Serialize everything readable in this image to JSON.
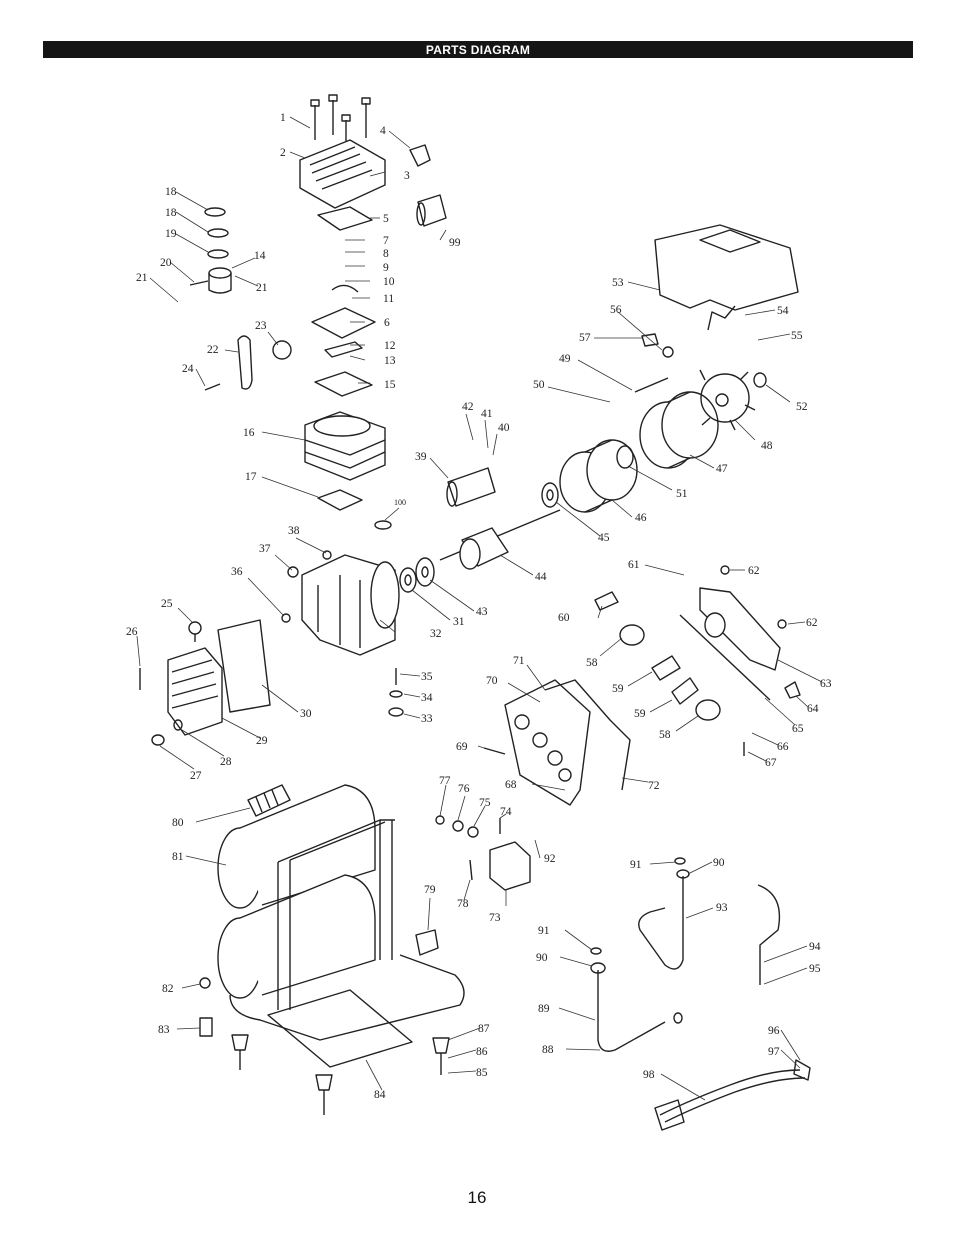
{
  "header": {
    "title": "PARTS DIAGRAM"
  },
  "page": {
    "number": "16"
  },
  "part_labels": [
    "1",
    "2",
    "3",
    "4",
    "5",
    "6",
    "7",
    "8",
    "9",
    "10",
    "11",
    "12",
    "13",
    "14",
    "15",
    "16",
    "17",
    "18",
    "18",
    "19",
    "20",
    "21",
    "21",
    "22",
    "23",
    "24",
    "25",
    "26",
    "27",
    "28",
    "29",
    "30",
    "31",
    "32",
    "33",
    "34",
    "35",
    "36",
    "37",
    "38",
    "39",
    "40",
    "41",
    "42",
    "43",
    "44",
    "45",
    "46",
    "47",
    "48",
    "49",
    "50",
    "51",
    "52",
    "53",
    "54",
    "55",
    "56",
    "57",
    "58",
    "58",
    "59",
    "59",
    "60",
    "61",
    "62",
    "62",
    "63",
    "64",
    "65",
    "66",
    "67",
    "68",
    "69",
    "70",
    "71",
    "72",
    "73",
    "74",
    "75",
    "76",
    "77",
    "78",
    "79",
    "80",
    "81",
    "82",
    "83",
    "84",
    "85",
    "86",
    "87",
    "88",
    "89",
    "90",
    "90",
    "91",
    "91",
    "92",
    "93",
    "94",
    "95",
    "96",
    "97",
    "98",
    "99",
    "100"
  ]
}
